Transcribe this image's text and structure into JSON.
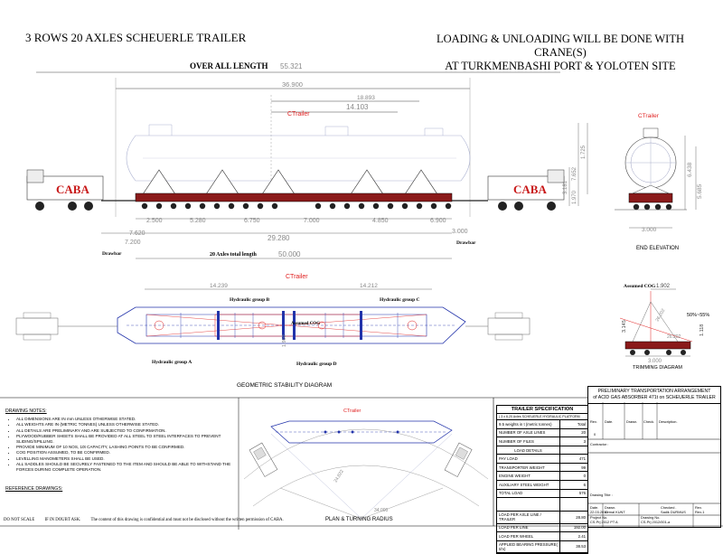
{
  "header": {
    "left_title": "3 ROWS 20 AXLES SCHEUERLE TRAILER",
    "right_title_line1": "LOADING & UNLOADING WILL BE DONE WITH CRANE(S)",
    "right_title_line2": "AT TURKMENBASHI PORT & YOLOTEN SITE"
  },
  "side_view": {
    "overall_label": "OVER ALL LENGTH",
    "dims": {
      "overall": "55.321",
      "d36900": "36.900",
      "d18893": "18.893",
      "d14103": "14.103",
      "b1": "2.500",
      "b2": "5.280",
      "b3": "6.750",
      "b4": "7.000",
      "b5": "4.850",
      "b6": "6.900",
      "d7620": "7.620",
      "d29280": "29.280",
      "d7200": "7.200",
      "d3000": "3.000",
      "d50000": "50.000",
      "h7652": "7.652",
      "h1725": "1.725",
      "h3181": "3.181",
      "h1970": "1.970"
    },
    "cog_label": "CTrailer",
    "drawbar_left": "Drawbar",
    "drawbar_right": "Drawbar",
    "axles_total": "20 Axles total length",
    "truck_brand": "CABA"
  },
  "end_elevation": {
    "cog_label": "CTrailer",
    "h1": "6.438",
    "h2": "5.685",
    "w": "3.000",
    "caption": "END ELEVATION"
  },
  "stability": {
    "cog_label": "CTrailer",
    "top_dim_left": "14.239",
    "top_dim_right": "14.212",
    "group_a": "Hydraulic group A",
    "group_b": "Hydraulic group B",
    "group_c": "Hydraulic group C",
    "group_d": "Hydraulic group D",
    "assumed_cog": "Assumed COG",
    "dim_v": "1.902",
    "caption": "GEOMETRIC STABILITY DIAGRAM"
  },
  "trimming": {
    "assumed_cog": "Assumed COG",
    "dim_top": "1.902",
    "dim_v": "3.145",
    "dim_r": "1.118",
    "d_diag1": "26.202",
    "d_diag2": "26.202",
    "angle": "50%~55%",
    "width": "3.000",
    "caption": "TRIMMING DIAGRAM"
  },
  "turning": {
    "cog_label": "CTrailer",
    "r1": "24.822",
    "r2": "34.000",
    "caption": "PLAN & TURNING RADIUS"
  },
  "notes": {
    "heading": "DRAWING NOTES:",
    "items": [
      "ALL DIMENSIONS ARE IN mm UNLESS OTHERWISE STATED.",
      "ALL WEIGHTS ARE IN (METRIC TONNES) UNLESS OTHERWISE STATED.",
      "ALL DETAILS ARE PRELIMINARY AND ARE SUBJECTED TO CONFIRMATION.",
      "PLYWOOD/RUBBER SHEETS SHALL BE PROVIDED AT ALL STEEL TO STEEL INTERFACES TO PREVENT SLIDING/SPILLING.",
      "PROVIDE MINIMUM OF 10 NOS, 10t CAPACITY, LASHING POINTS TO BE CONFIRMED.",
      "COG POSITION ASSUMED, TO BE CONFIRMED.",
      "LEVELLING MANOMETERS SHALL BE USED.",
      "ALL SADDLES SHOULD BE SECURELY FASTENED TO THE ITEM AND SHOULD BE ABLE TO WITHSTAND THE FORCES DURING COMPLETE OPERATION."
    ],
    "refs_heading": "REFERENCE DRAWINGS:"
  },
  "footer": {
    "not_scale": "DO NOT SCALE",
    "if_doubt": "IF IN DOUBT ASK.",
    "confidential": "The content of this drawing is confidential and must not be disclosed without the written permission of CABA."
  },
  "spec": {
    "title": "TRAILER SPECIFICATION",
    "subtitle": "( 3 x 6.20 Axles SCHEUERLE HYDRAULIC PLATFORM",
    "subtitle2": "9.5 weights in t (metric tonnes)",
    "col_total": "Total",
    "rows": [
      {
        "label": "NUMBER OF AXLE LINES",
        "value": "20"
      },
      {
        "label": "NUMBER OF FILES",
        "value": "3"
      },
      {
        "label": "LOAD DETAILS",
        "value": ""
      },
      {
        "label": "PAY LOAD",
        "value": "471"
      },
      {
        "label": "TRANSPORTER WEIGHT",
        "value": "99"
      },
      {
        "label": "ENGINE WEIGHT",
        "value": "0"
      },
      {
        "label": "AUXILIARY STEEL WEIGHT",
        "value": "6"
      },
      {
        "label": "TOTAL LOAD",
        "value": "576"
      },
      {
        "label": "",
        "value": ""
      },
      {
        "label": "LOAD PER AXLE LINE / TRAILER",
        "value": "28.80"
      },
      {
        "label": "LOAD PER LINE",
        "value": "192.00"
      },
      {
        "label": "LOAD PER WHEEL",
        "value": "2.41"
      },
      {
        "label": "APPLIED BEARING PRESSURE( t/m)",
        "value": "38.53"
      }
    ]
  },
  "titleblock": {
    "project_title_line1": "PRELIMINARY TRANSPORTATION ARRANGEMENT",
    "project_title_line2": "of ACID GAS ABSORBER 471t on SCHEUERLE TRAILER",
    "rev_headers": [
      "Rev.",
      "Date.",
      "Drawn.",
      "Check.",
      "Description."
    ],
    "rev0": "0",
    "contractor": "Contractor :",
    "drawing_title": "Drawing Title :",
    "date_label": "Date.",
    "date_value": "22.03.2012",
    "drawn_label": "Drawn.",
    "drawn_value": "Kemal KUNT",
    "checked_label": "Checked .",
    "checked_value": "Sadik DURMUS",
    "rev_label": "Rev.",
    "rev_value": "Rev-1",
    "project_no_label": "Project No.",
    "project_no_value": "CS-Prj 2012 PT A",
    "drawing_no_label": "Drawing No.",
    "drawing_no_value": "CS-Prj 2012/001-a"
  },
  "colors": {
    "trailer_red": "#8a1a1a",
    "cog_red": "#e02020",
    "line_blue": "#2233aa",
    "grey_outline": "#9a9fc0"
  }
}
